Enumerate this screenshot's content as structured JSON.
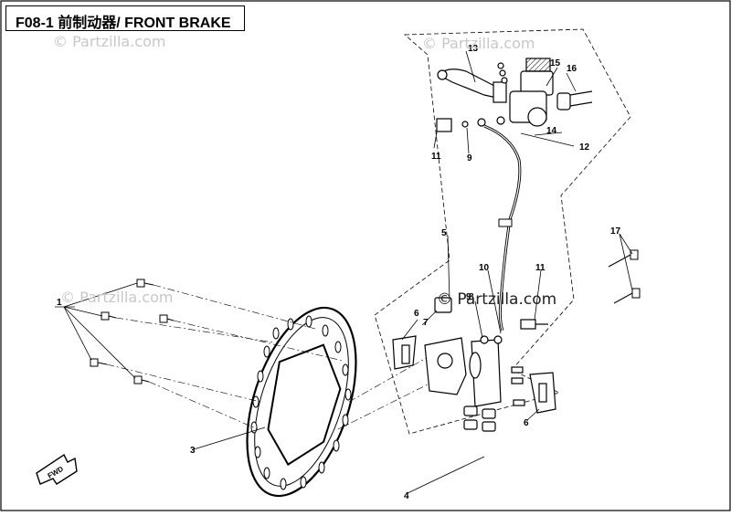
{
  "header": {
    "title": "F08-1  前制动器/ FRONT BRAKE"
  },
  "watermarks": [
    "© Partzilla.com",
    "© Partzilla.com",
    "© Partzilla.com",
    "© Partzilla.com"
  ],
  "callouts": {
    "c1": "1",
    "c3": "3",
    "c4": "4",
    "c5": "5",
    "c6a": "6",
    "c6b": "6",
    "c7": "7",
    "c8": "8",
    "c9a": "9",
    "c9b": "9",
    "c10": "10",
    "c11a": "11",
    "c11b": "11",
    "c12": "12",
    "c13": "13",
    "c14": "14",
    "c15": "15",
    "c16": "16",
    "c17": "17"
  },
  "direction_badge": "FWD",
  "colors": {
    "line": "#000000",
    "watermark": "#c8c8c8"
  }
}
